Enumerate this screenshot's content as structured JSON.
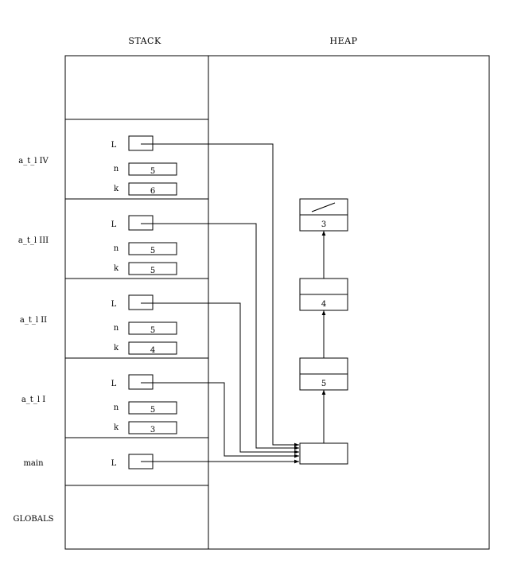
{
  "headers": {
    "stack": "STACK",
    "heap": "HEAP"
  },
  "frames": [
    {
      "name": "a_t_l IV",
      "vars": [
        {
          "name": "L",
          "value": ""
        },
        {
          "name": "n",
          "value": "5"
        },
        {
          "name": "k",
          "value": "6"
        }
      ]
    },
    {
      "name": "a_t_l III",
      "vars": [
        {
          "name": "L",
          "value": ""
        },
        {
          "name": "n",
          "value": "5"
        },
        {
          "name": "k",
          "value": "5"
        }
      ]
    },
    {
      "name": "a_t_l II",
      "vars": [
        {
          "name": "L",
          "value": ""
        },
        {
          "name": "n",
          "value": "5"
        },
        {
          "name": "k",
          "value": "4"
        }
      ]
    },
    {
      "name": "a_t_l I",
      "vars": [
        {
          "name": "L",
          "value": ""
        },
        {
          "name": "n",
          "value": "5"
        },
        {
          "name": "k",
          "value": "3"
        }
      ]
    },
    {
      "name": "main",
      "vars": [
        {
          "name": "L",
          "value": ""
        }
      ]
    }
  ],
  "globals_label": "GLOBALS",
  "heap_nodes": [
    {
      "id": "node-top",
      "value": "3",
      "next": "null"
    },
    {
      "id": "node-4",
      "value": "4"
    },
    {
      "id": "node-5",
      "value": "5"
    },
    {
      "id": "node-base",
      "value": ""
    }
  ]
}
